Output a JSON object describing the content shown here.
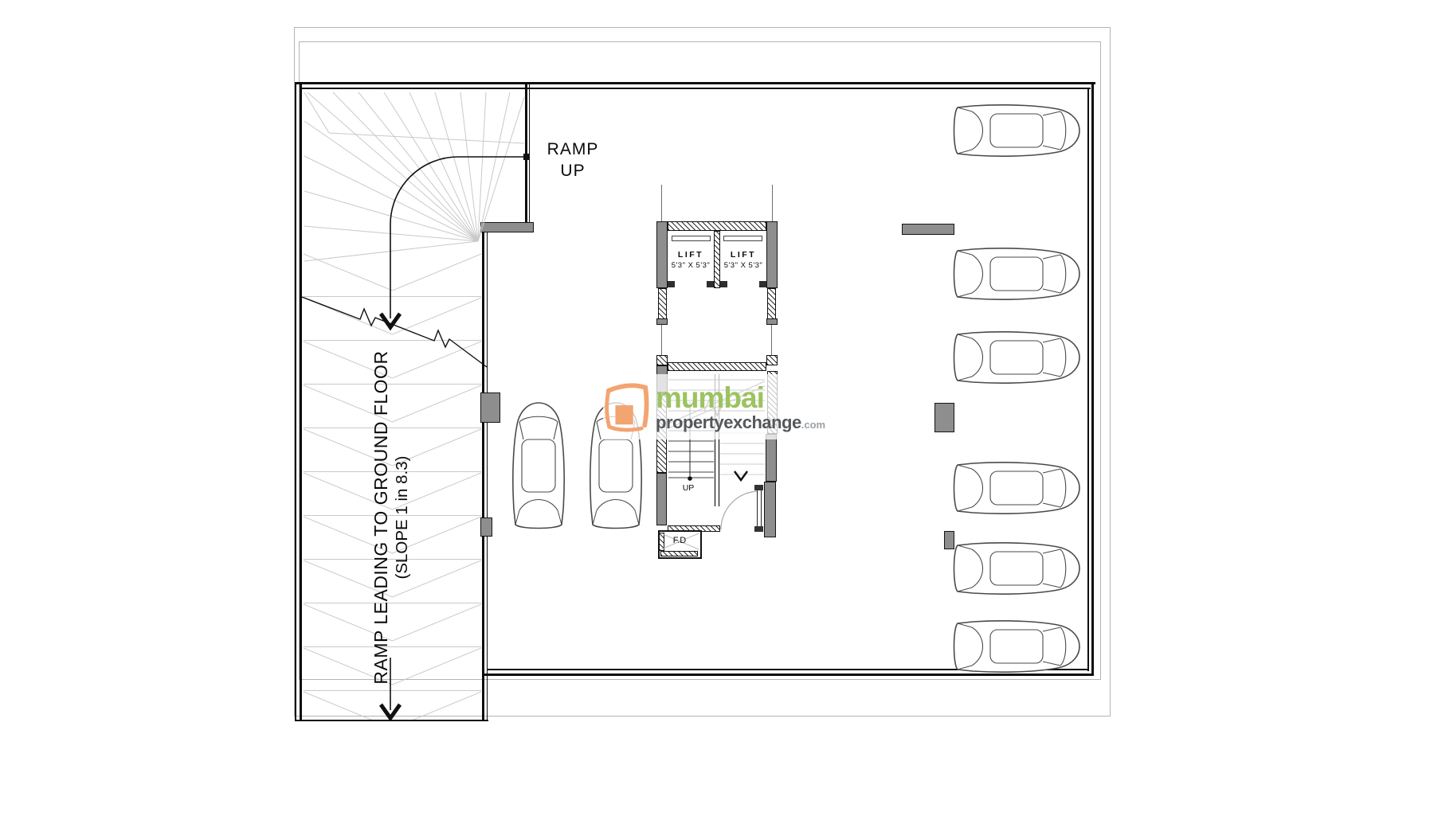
{
  "labels": {
    "ramp_up": "RAMP UP",
    "ramp_note_line1": "RAMP LEADING TO GROUND FLOOR",
    "ramp_note_line2": "(SLOPE 1 in 8.3)",
    "stairs_up": "UP",
    "fire_duct": "F.D"
  },
  "lifts": [
    {
      "label": "LIFT",
      "size": "5'3\" X 5'3\""
    },
    {
      "label": "LIFT",
      "size": "5'3\" X 5'3\""
    }
  ],
  "watermark": {
    "brand_line1": "mumbai",
    "brand_line2": "propertyexchange",
    "tld": ".com"
  },
  "parking": {
    "cars_right_column": 6,
    "cars_center": 2
  },
  "colors": {
    "wall_black": "#0d0d0d",
    "wall_gray_fill": "#8e8e8e",
    "hatch_stroke": "#2b2b2b",
    "fan_line": "#c9c9c9",
    "logo_green": "#9cc35f",
    "logo_dark": "#54585c",
    "logo_tld_gray": "#9ba1a5",
    "logo_orange": "#f2a471",
    "sheet_frame": "#b4b4b4"
  }
}
